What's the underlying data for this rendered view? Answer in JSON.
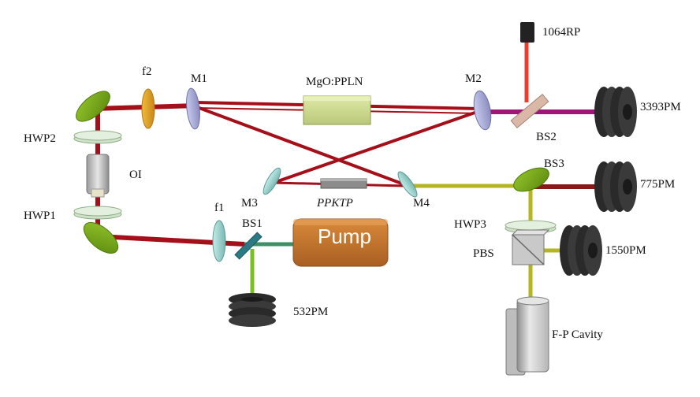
{
  "labels": {
    "rp1064": "1064RP",
    "f2": "f2",
    "m1": "M1",
    "mgo_ppln": "MgO:PPLN",
    "m2": "M2",
    "pm3393": "3393PM",
    "bs2": "BS2",
    "hwp2": "HWP2",
    "oi": "OI",
    "bs3": "BS3",
    "pm775": "775PM",
    "m3": "M3",
    "ppktp": "PPKTP",
    "m4": "M4",
    "hwp1": "HWP1",
    "f1": "f1",
    "bs1": "BS1",
    "pump": "Pump",
    "hwp3": "HWP3",
    "pbs": "PBS",
    "pm1550": "1550PM",
    "pm532": "532PM",
    "fp_cavity": "F-P Cavity"
  },
  "colors": {
    "beam_main": "#a50f1a",
    "beam_1064": "#ee3b2e",
    "beam_3393": "#a0157a",
    "beam_532": "#7cc020",
    "beam_775": "#8a1a1a",
    "beam_1550": "#b5b523",
    "mirror_green": "#7aa81c",
    "mirror_lilac": "#a7a9d6",
    "lens_orange": "#e2a21f",
    "lens_teal": "#9fd3cf",
    "crystal_ppln": "#cfdb8e",
    "crystal_ppktp": "#8c8c8c",
    "pump_body": "#c57a2e",
    "detector": "#2a2a2a"
  }
}
